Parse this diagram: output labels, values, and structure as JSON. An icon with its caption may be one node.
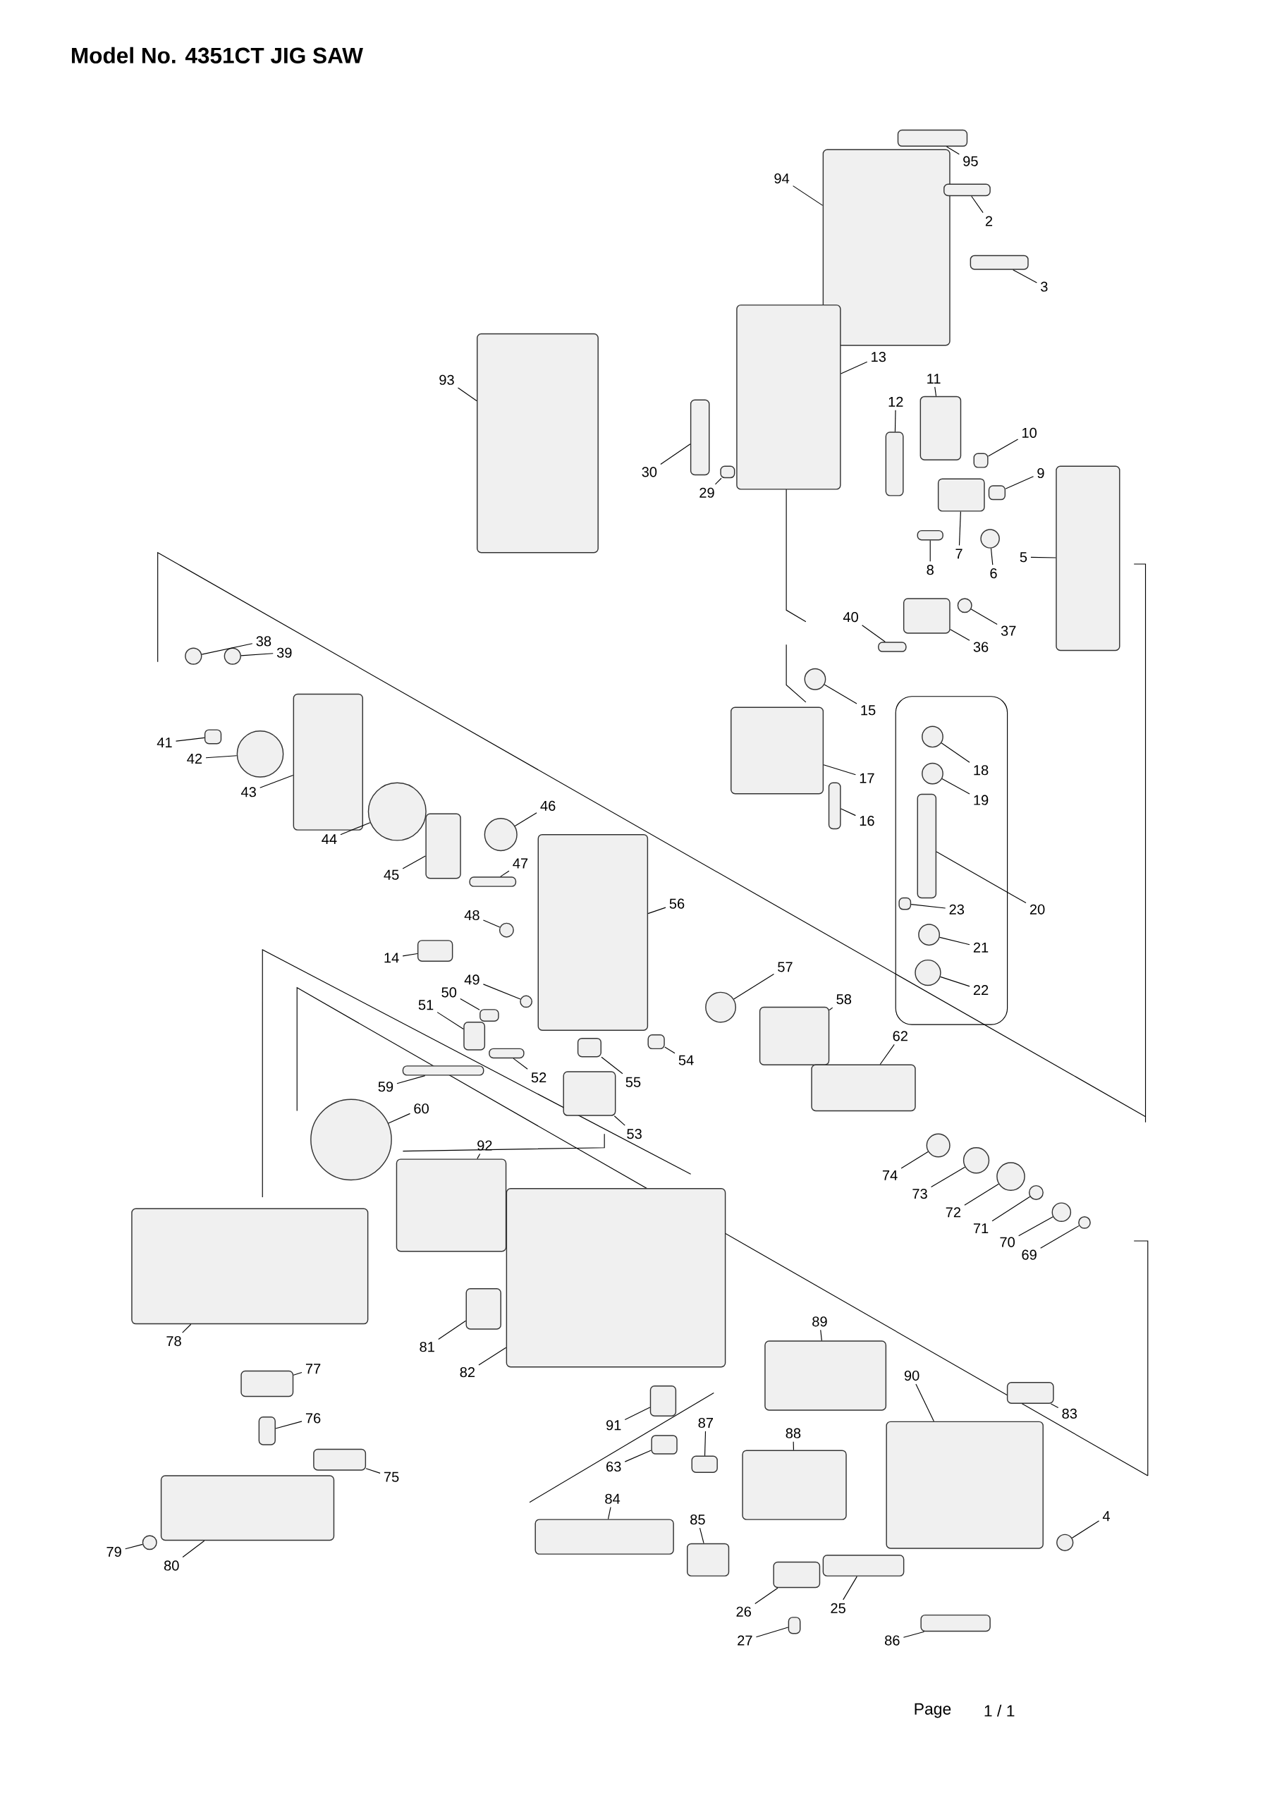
{
  "diagram": {
    "title": "Model No. 4351CT  JIG SAW",
    "nodes": [
      {
        "text": [
          "95"
        ]
      },
      {
        "text": [
          "94"
        ]
      },
      {
        "text": [
          "2"
        ]
      },
      {
        "text": [
          "3"
        ]
      },
      {
        "text": [
          "13"
        ]
      },
      {
        "text": [
          "93"
        ]
      },
      {
        "text": [
          "11"
        ]
      },
      {
        "text": [
          "12"
        ]
      },
      {
        "text": [
          "10"
        ]
      },
      {
        "text": [
          "30"
        ]
      },
      {
        "text": [
          "29"
        ]
      },
      {
        "text": [
          "9"
        ]
      },
      {
        "text": [
          "7"
        ]
      },
      {
        "text": [
          "8"
        ]
      },
      {
        "text": [
          "6"
        ]
      },
      {
        "text": [
          "5"
        ]
      },
      {
        "text": [
          "40"
        ]
      },
      {
        "text": [
          "36"
        ]
      },
      {
        "text": [
          "37"
        ]
      },
      {
        "text": [
          "38"
        ]
      },
      {
        "text": [
          "39"
        ]
      },
      {
        "text": [
          "15"
        ]
      },
      {
        "text": [
          "41"
        ]
      },
      {
        "text": [
          "42"
        ]
      },
      {
        "text": [
          "18"
        ]
      },
      {
        "text": [
          "17"
        ]
      },
      {
        "text": [
          "43"
        ]
      },
      {
        "text": [
          "19"
        ]
      },
      {
        "text": [
          "44"
        ]
      },
      {
        "text": [
          "16"
        ]
      },
      {
        "text": [
          "46"
        ]
      },
      {
        "text": [
          "45"
        ]
      },
      {
        "text": [
          "47"
        ]
      },
      {
        "text": [
          "56"
        ]
      },
      {
        "text": [
          "23"
        ]
      },
      {
        "text": [
          "20"
        ]
      },
      {
        "text": [
          "48"
        ]
      },
      {
        "text": [
          "14"
        ]
      },
      {
        "text": [
          "21"
        ]
      },
      {
        "text": [
          "57"
        ]
      },
      {
        "text": [
          "49"
        ]
      },
      {
        "text": [
          "22"
        ]
      },
      {
        "text": [
          "58"
        ]
      },
      {
        "text": [
          "50"
        ]
      },
      {
        "text": [
          "51"
        ]
      },
      {
        "text": [
          "62"
        ]
      },
      {
        "text": [
          "54"
        ]
      },
      {
        "text": [
          "52"
        ]
      },
      {
        "text": [
          "55"
        ]
      },
      {
        "text": [
          "59"
        ]
      },
      {
        "text": [
          "60"
        ]
      },
      {
        "text": [
          "53"
        ]
      },
      {
        "text": [
          "92"
        ]
      },
      {
        "text": [
          "74"
        ]
      },
      {
        "text": [
          "73"
        ]
      },
      {
        "text": [
          "72"
        ]
      },
      {
        "text": [
          "71"
        ]
      },
      {
        "text": [
          "70"
        ]
      },
      {
        "text": [
          "69"
        ]
      },
      {
        "text": [
          "89"
        ]
      },
      {
        "text": [
          "78"
        ]
      },
      {
        "text": [
          "81"
        ]
      },
      {
        "text": [
          "82"
        ]
      },
      {
        "text": [
          "77"
        ]
      },
      {
        "text": [
          "90"
        ]
      },
      {
        "text": [
          "83"
        ]
      },
      {
        "text": [
          "91"
        ]
      },
      {
        "text": [
          "87"
        ]
      },
      {
        "text": [
          "76"
        ]
      },
      {
        "text": [
          "88"
        ]
      },
      {
        "text": [
          "75"
        ]
      },
      {
        "text": [
          "63"
        ]
      },
      {
        "text": [
          "4"
        ]
      },
      {
        "text": [
          "84"
        ]
      },
      {
        "text": [
          "85"
        ]
      },
      {
        "text": [
          "79"
        ]
      },
      {
        "text": [
          "80"
        ]
      },
      {
        "text": [
          "26"
        ]
      },
      {
        "text": [
          "25"
        ]
      },
      {
        "text": [
          "27"
        ]
      },
      {
        "text": [
          "86"
        ]
      },
      {
        "text": [],
        "shape": "box"
      },
      {
        "text": [],
        "shape": "box"
      },
      {
        "text": [],
        "shape": "box"
      },
      {
        "text": [],
        "shape": "box"
      },
      {
        "text": [],
        "shape": "box"
      },
      {
        "text": [],
        "shape": "box"
      },
      {
        "text": [],
        "shape": "box"
      },
      {
        "text": [],
        "shape": "box"
      },
      {
        "text": [],
        "shape": "box"
      },
      {
        "text": [],
        "shape": "box"
      },
      {
        "text": [],
        "shape": "box"
      },
      {
        "text": [],
        "shape": "box"
      },
      {
        "text": [],
        "shape": "box"
      },
      {
        "text": [],
        "shape": "box"
      },
      {
        "text": [],
        "shape": "circle"
      },
      {
        "text": [],
        "shape": "box"
      },
      {
        "text": [],
        "shape": "box"
      },
      {
        "text": [],
        "shape": "box"
      },
      {
        "text": [],
        "shape": "circle"
      },
      {
        "text": [],
        "shape": "circle"
      },
      {
        "text": [],
        "shape": "circle"
      },
      {
        "text": [],
        "shape": "circle"
      },
      {
        "text": [],
        "shape": "box"
      },
      {
        "text": [],
        "shape": "circle"
      },
      {
        "text": [],
        "shape": "circle"
      },
      {
        "text": [],
        "shape": "box"
      },
      {
        "text": [],
        "shape": "box"
      },
      {
        "text": [],
        "shape": "circle"
      },
      {
        "text": [],
        "shape": "circle"
      },
      {
        "text": [],
        "shape": "box"
      },
      {
        "text": [],
        "shape": "circle"
      },
      {
        "text": [],
        "shape": "box"
      },
      {
        "text": [],
        "shape": "box"
      },
      {
        "text": [],
        "shape": "box"
      },
      {
        "text": [],
        "shape": "box"
      },
      {
        "text": [],
        "shape": "box"
      },
      {
        "text": [],
        "shape": "circle"
      },
      {
        "text": [],
        "shape": "box"
      },
      {
        "text": [],
        "shape": "circle"
      },
      {
        "text": [],
        "shape": "circle"
      },
      {
        "text": [],
        "shape": "circle"
      },
      {
        "text": [],
        "shape": "circle"
      },
      {
        "text": [],
        "shape": "box"
      },
      {
        "text": [],
        "shape": "box"
      },
      {
        "text": [],
        "shape": "box"
      },
      {
        "text": [],
        "shape": "box"
      },
      {
        "text": [],
        "shape": "box"
      },
      {
        "text": [],
        "shape": "box"
      },
      {
        "text": [],
        "shape": "box"
      },
      {
        "text": [],
        "shape": "box"
      },
      {
        "text": [],
        "shape": "circle"
      },
      {
        "text": [],
        "shape": "box"
      },
      {
        "text": [],
        "shape": "box"
      },
      {
        "text": [],
        "shape": "circle"
      },
      {
        "text": [],
        "shape": "circle"
      },
      {
        "text": [],
        "shape": "circle"
      },
      {
        "text": [],
        "shape": "circle"
      },
      {
        "text": [],
        "shape": "circle"
      },
      {
        "text": [],
        "shape": "circle"
      },
      {
        "text": [],
        "shape": "box"
      },
      {
        "text": [],
        "shape": "box"
      },
      {
        "text": [],
        "shape": "box"
      },
      {
        "text": [],
        "shape": "box"
      },
      {
        "text": [],
        "shape": "box"
      },
      {
        "text": [],
        "shape": "box"
      },
      {
        "text": [],
        "shape": "box"
      },
      {
        "text": [],
        "shape": "box"
      },
      {
        "text": [],
        "shape": "box"
      },
      {
        "text": [],
        "shape": "box"
      },
      {
        "text": [],
        "shape": "box"
      },
      {
        "text": [],
        "shape": "box"
      },
      {
        "text": [],
        "shape": "box"
      },
      {
        "text": [],
        "shape": "circle"
      },
      {
        "text": [],
        "shape": "box"
      },
      {
        "text": [],
        "shape": "box"
      },
      {
        "text": [],
        "shape": "circle"
      },
      {
        "text": [],
        "shape": "box"
      },
      {
        "text": [],
        "shape": "box"
      },
      {
        "text": [],
        "shape": "box"
      },
      {
        "text": [],
        "shape": "box"
      },
      {
        "text": [],
        "shape": "box"
      }
    ],
    "edges": [
      {
        "from": 0,
        "to": 81,
        "arrow": "none"
      },
      {
        "from": 1,
        "to": 82,
        "arrow": "none"
      },
      {
        "from": 2,
        "to": 83,
        "arrow": "none"
      },
      {
        "from": 3,
        "to": 84,
        "arrow": "none"
      },
      {
        "from": 4,
        "to": 85,
        "arrow": "none"
      },
      {
        "from": 5,
        "to": 86,
        "arrow": "none"
      },
      {
        "from": 6,
        "to": 87,
        "arrow": "none"
      },
      {
        "from": 7,
        "to": 88,
        "arrow": "none"
      },
      {
        "from": 8,
        "to": 89,
        "arrow": "none"
      },
      {
        "from": 9,
        "to": 90,
        "arrow": "none"
      },
      {
        "from": 10,
        "to": 91,
        "arrow": "none"
      },
      {
        "from": 11,
        "to": 92,
        "arrow": "none"
      },
      {
        "from": 12,
        "to": 93,
        "arrow": "none"
      },
      {
        "from": 13,
        "to": 94,
        "arrow": "none"
      },
      {
        "from": 14,
        "to": 95,
        "arrow": "none"
      },
      {
        "from": 15,
        "to": 96,
        "arrow": "none"
      },
      {
        "from": 16,
        "to": 97,
        "arrow": "none"
      },
      {
        "from": 17,
        "to": 98,
        "arrow": "none"
      },
      {
        "from": 18,
        "to": 99,
        "arrow": "none"
      },
      {
        "from": 19,
        "to": 100,
        "arrow": "none"
      },
      {
        "from": 20,
        "to": 101,
        "arrow": "none"
      },
      {
        "from": 21,
        "to": 102,
        "arrow": "none"
      },
      {
        "from": 22,
        "to": 103,
        "arrow": "none"
      },
      {
        "from": 23,
        "to": 104,
        "arrow": "none"
      },
      {
        "from": 24,
        "to": 105,
        "arrow": "none"
      },
      {
        "from": 25,
        "to": 106,
        "arrow": "none"
      },
      {
        "from": 26,
        "to": 107,
        "arrow": "none"
      },
      {
        "from": 27,
        "to": 108,
        "arrow": "none"
      },
      {
        "from": 28,
        "to": 109,
        "arrow": "none"
      },
      {
        "from": 29,
        "to": 110,
        "arrow": "none"
      },
      {
        "from": 30,
        "to": 111,
        "arrow": "none"
      },
      {
        "from": 31,
        "to": 112,
        "arrow": "none"
      },
      {
        "from": 32,
        "to": 113,
        "arrow": "none"
      },
      {
        "from": 33,
        "to": 114,
        "arrow": "none"
      },
      {
        "from": 34,
        "to": 115,
        "arrow": "none"
      },
      {
        "from": 35,
        "to": 116,
        "arrow": "none"
      },
      {
        "from": 36,
        "to": 117,
        "arrow": "none"
      },
      {
        "from": 37,
        "to": 118,
        "arrow": "none"
      },
      {
        "from": 38,
        "to": 119,
        "arrow": "none"
      },
      {
        "from": 39,
        "to": 120,
        "arrow": "none"
      },
      {
        "from": 40,
        "to": 121,
        "arrow": "none"
      },
      {
        "from": 41,
        "to": 122,
        "arrow": "none"
      },
      {
        "from": 42,
        "to": 123,
        "arrow": "none"
      },
      {
        "from": 43,
        "to": 124,
        "arrow": "none"
      },
      {
        "from": 44,
        "to": 125,
        "arrow": "none"
      },
      {
        "from": 45,
        "to": 126,
        "arrow": "none"
      },
      {
        "from": 46,
        "to": 127,
        "arrow": "none"
      },
      {
        "from": 47,
        "to": 128,
        "arrow": "none"
      },
      {
        "from": 48,
        "to": 129,
        "arrow": "none"
      },
      {
        "from": 49,
        "to": 130,
        "arrow": "none"
      },
      {
        "from": 50,
        "to": 131,
        "arrow": "none"
      },
      {
        "from": 51,
        "to": 132,
        "arrow": "none"
      },
      {
        "from": 52,
        "to": 133,
        "arrow": "none"
      },
      {
        "from": 53,
        "to": 134,
        "arrow": "none"
      },
      {
        "from": 54,
        "to": 135,
        "arrow": "none"
      },
      {
        "from": 55,
        "to": 136,
        "arrow": "none"
      },
      {
        "from": 56,
        "to": 137,
        "arrow": "none"
      },
      {
        "from": 57,
        "to": 138,
        "arrow": "none"
      },
      {
        "from": 58,
        "to": 139,
        "arrow": "none"
      },
      {
        "from": 59,
        "to": 140,
        "arrow": "none"
      },
      {
        "from": 60,
        "to": 141,
        "arrow": "none"
      },
      {
        "from": 61,
        "to": 142,
        "arrow": "none"
      },
      {
        "from": 62,
        "to": 143,
        "arrow": "none"
      },
      {
        "from": 63,
        "to": 144,
        "arrow": "none"
      },
      {
        "from": 64,
        "to": 145,
        "arrow": "none"
      },
      {
        "from": 65,
        "to": 146,
        "arrow": "none"
      },
      {
        "from": 66,
        "to": 147,
        "arrow": "none"
      },
      {
        "from": 67,
        "to": 148,
        "arrow": "none"
      },
      {
        "from": 68,
        "to": 149,
        "arrow": "none"
      },
      {
        "from": 69,
        "to": 150,
        "arrow": "none"
      },
      {
        "from": 70,
        "to": 151,
        "arrow": "none"
      },
      {
        "from": 71,
        "to": 152,
        "arrow": "none"
      },
      {
        "from": 72,
        "to": 153,
        "arrow": "none"
      },
      {
        "from": 73,
        "to": 154,
        "arrow": "none"
      },
      {
        "from": 74,
        "to": 155,
        "arrow": "none"
      },
      {
        "from": 75,
        "to": 156,
        "arrow": "none"
      },
      {
        "from": 76,
        "to": 157,
        "arrow": "none"
      },
      {
        "from": 77,
        "to": 158,
        "arrow": "none"
      },
      {
        "from": 78,
        "to": 159,
        "arrow": "none"
      },
      {
        "from": 79,
        "to": 160,
        "arrow": "none"
      },
      {
        "from": 80,
        "to": 161,
        "arrow": "none"
      }
    ],
    "labels": [
      "Page",
      "1 / 1"
    ]
  }
}
